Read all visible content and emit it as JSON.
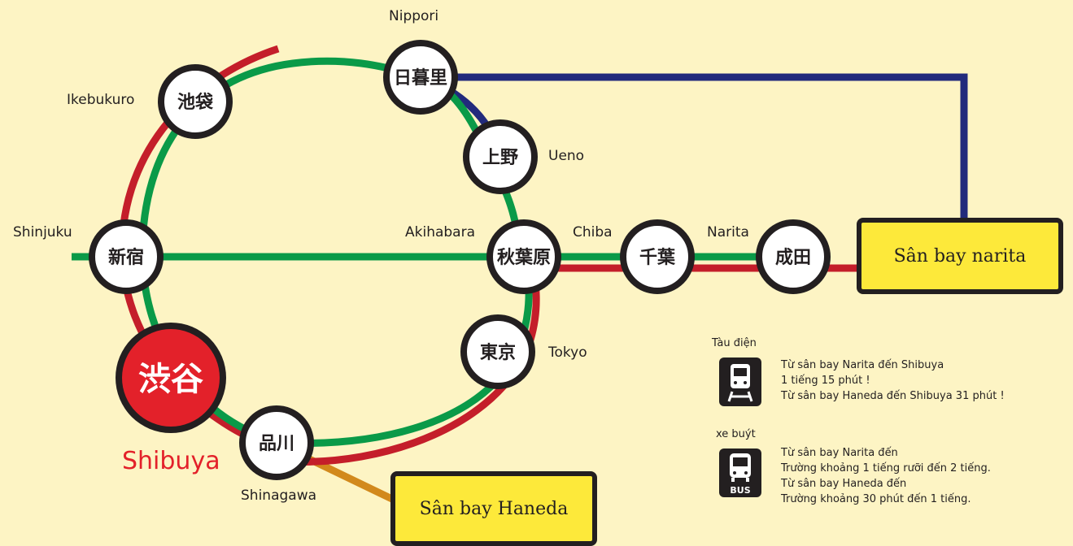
{
  "stations": {
    "nippori": {
      "jp": "日暮里",
      "en": "Nippori"
    },
    "ikebukuro": {
      "jp": "池袋",
      "en": "Ikebukuro"
    },
    "ueno": {
      "jp": "上野",
      "en": "Ueno"
    },
    "shinjuku": {
      "jp": "新宿",
      "en": "Shinjuku"
    },
    "akihabara": {
      "jp": "秋葉原",
      "en": "Akihabara"
    },
    "chiba": {
      "jp": "千葉",
      "en": "Chiba"
    },
    "narita": {
      "jp": "成田",
      "en": "Narita"
    },
    "tokyo": {
      "jp": "東京",
      "en": "Tokyo"
    },
    "shibuya": {
      "jp": "渋谷",
      "en": "Shibuya"
    },
    "shinagawa": {
      "jp": "品川",
      "en": "Shinagawa"
    }
  },
  "airports": {
    "narita": "Sân bay narita",
    "haneda": "Sân bay Haneda"
  },
  "legend": {
    "train": {
      "heading": "Tàu điện",
      "lines": [
        "Từ sân bay Narita đến Shibuya",
        "1 tiếng 15 phút !",
        "Từ sân bay Haneda đến Shibuya 31 phút !"
      ]
    },
    "bus": {
      "heading": "xe buýt",
      "icon_label": "BUS",
      "lines": [
        "Từ sân bay Narita đến",
        "Trường khoảng 1 tiếng rưỡi đến 2 tiếng.",
        "Từ sân bay Haneda đến",
        "Trường khoảng 30 phút đến 1 tiếng."
      ]
    }
  },
  "colors": {
    "background": "#fdf4c4",
    "green_line": "#0a9a48",
    "red_line": "#c41e2a",
    "blue_line": "#222a7c",
    "orange_line": "#d2891c",
    "shibuya_red": "#e3212a",
    "airport_yellow": "#fde93a"
  }
}
